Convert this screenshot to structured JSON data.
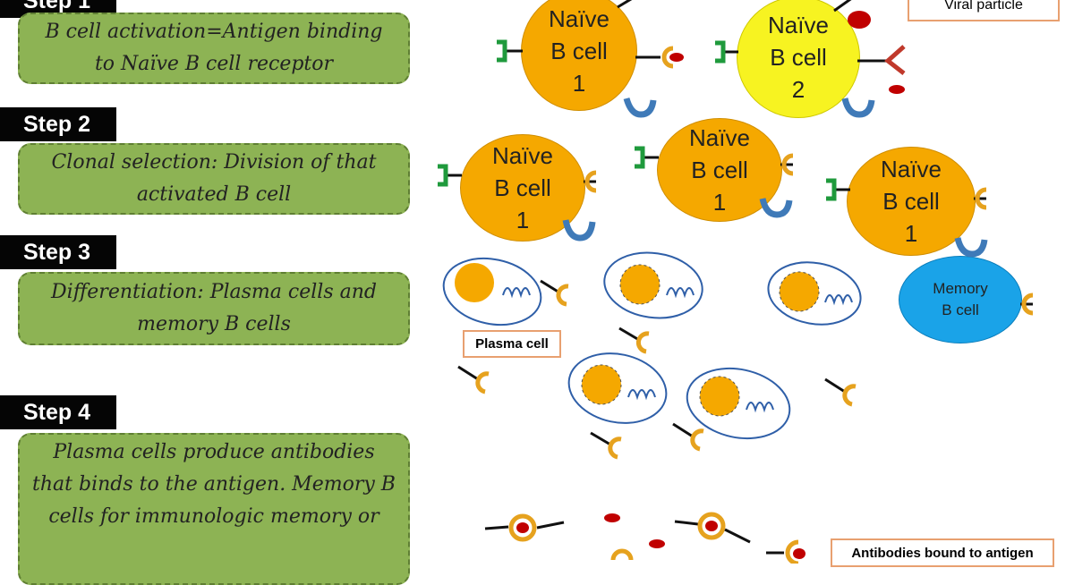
{
  "steps": [
    {
      "tab": "Step 1",
      "text": "B cell activation=Antigen binding to Naïve B cell receptor"
    },
    {
      "tab": "Step 2",
      "text": "Clonal selection: Division of that activated B cell"
    },
    {
      "tab": "Step 3",
      "text": "Differentiation: Plasma cells and memory B cells"
    },
    {
      "tab": "Step 4",
      "text": "Plasma cells produce antibodies that binds to the antigen. Memory B cells for immunologic memory or"
    }
  ],
  "cells": {
    "naive": {
      "line1": "Naïve",
      "line2": "B cell"
    },
    "num1": "1",
    "num2": "2",
    "memory": {
      "line1": "Memory",
      "line2": "B cell"
    }
  },
  "labels": {
    "viral": "Viral particle",
    "plasma": "Plasma cell",
    "antibodies_bound": "Antibodies bound to antigen"
  },
  "colors": {
    "step_box": "#8db354",
    "naive_cell": "#f5a800",
    "selected_cell": "#f7f321",
    "memory_cell": "#1aa3e8",
    "antigen": "#c00000"
  }
}
